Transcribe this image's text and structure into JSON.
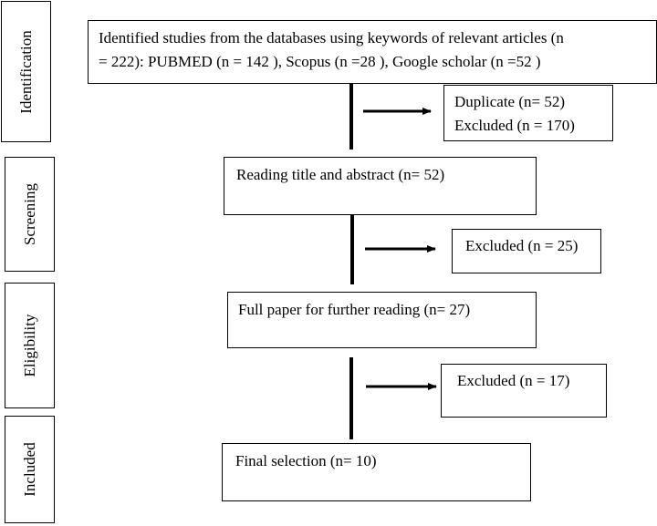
{
  "stages": [
    "Identification",
    "Screening",
    "Eligibility",
    "Included"
  ],
  "boxes": {
    "identified_line1": "Identified studies from the databases using keywords of relevant articles (n",
    "identified_line2": "= 222): PUBMED (n = 142 ), Scopus (n =28 ), Google scholar (n =52 )",
    "duplicate": "Duplicate (n= 52)",
    "excluded_1": "Excluded (n = 170)",
    "screening": "Reading title and abstract (n= 52)",
    "excluded_2": "Excluded (n = 25)",
    "eligibility": "Full paper for further reading (n= 27)",
    "excluded_3": "Excluded (n = 17)",
    "included": "Final selection (n= 10)"
  }
}
